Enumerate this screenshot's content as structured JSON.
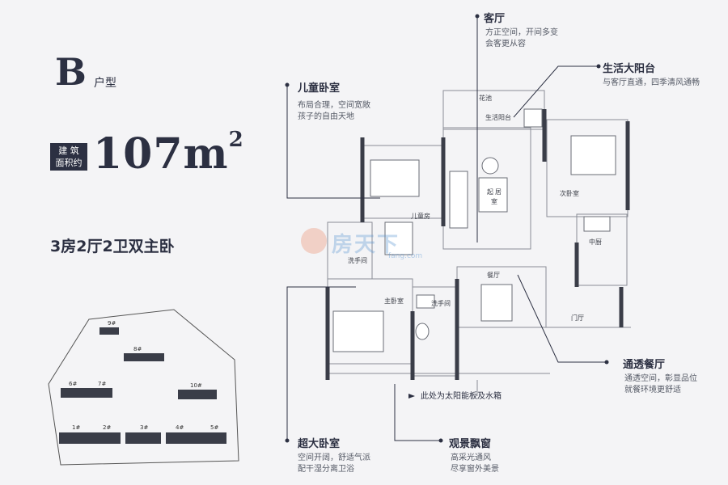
{
  "header": {
    "type_letter": "B",
    "type_suffix": "户型",
    "area_label_line1": "建 筑",
    "area_label_line2": "面积约",
    "area_value": "107m",
    "area_sup": "2",
    "layout_desc": "3房2厅2卫双主卧"
  },
  "callouts": {
    "living": {
      "title": "客厅",
      "desc1": "方正空间，开间多变",
      "desc2": "会客更从容"
    },
    "balcony": {
      "title": "生活大阳台",
      "desc1": "与客厅直通，四季清风通畅"
    },
    "kids": {
      "title": "儿童卧室",
      "desc1": "布局合理，空间宽敞",
      "desc2": "孩子的自由天地"
    },
    "dining": {
      "title": "通透餐厅",
      "desc1": "通透空间，彰显品位",
      "desc2": "就餐环境更舒适"
    },
    "master": {
      "title": "超大卧室",
      "desc1": "空间开阔，舒适气派",
      "desc2": "配干湿分离卫浴"
    },
    "bay": {
      "title": "观景飘窗",
      "desc1": "高采光通风",
      "desc2": "尽享窗外美景"
    },
    "solar_note": "此处为太阳能板及水箱"
  },
  "rooms": {
    "flower": "花池",
    "life_balcony": "生活阳台",
    "living_room_1": "起",
    "living_room_2": "居",
    "living_room_3": "室",
    "kids_room": "儿童房",
    "second_bedroom": "次卧室",
    "kitchen": "中厨",
    "washroom_1": "洗手间",
    "washroom_2": "洗手间",
    "master_bedroom": "主卧室",
    "dining_room": "餐厅",
    "entrance": "门厅"
  },
  "minimap": {
    "buildings": [
      "6#",
      "9#",
      "8#",
      "7#",
      "10#",
      "1#",
      "2#",
      "3#",
      "4#",
      "5#"
    ]
  },
  "watermark": {
    "text": "房天下",
    "sub": "fang.com"
  },
  "colors": {
    "ink": "#2c3042",
    "wall": "#3a3d48",
    "accent_line": "#2c3042"
  }
}
